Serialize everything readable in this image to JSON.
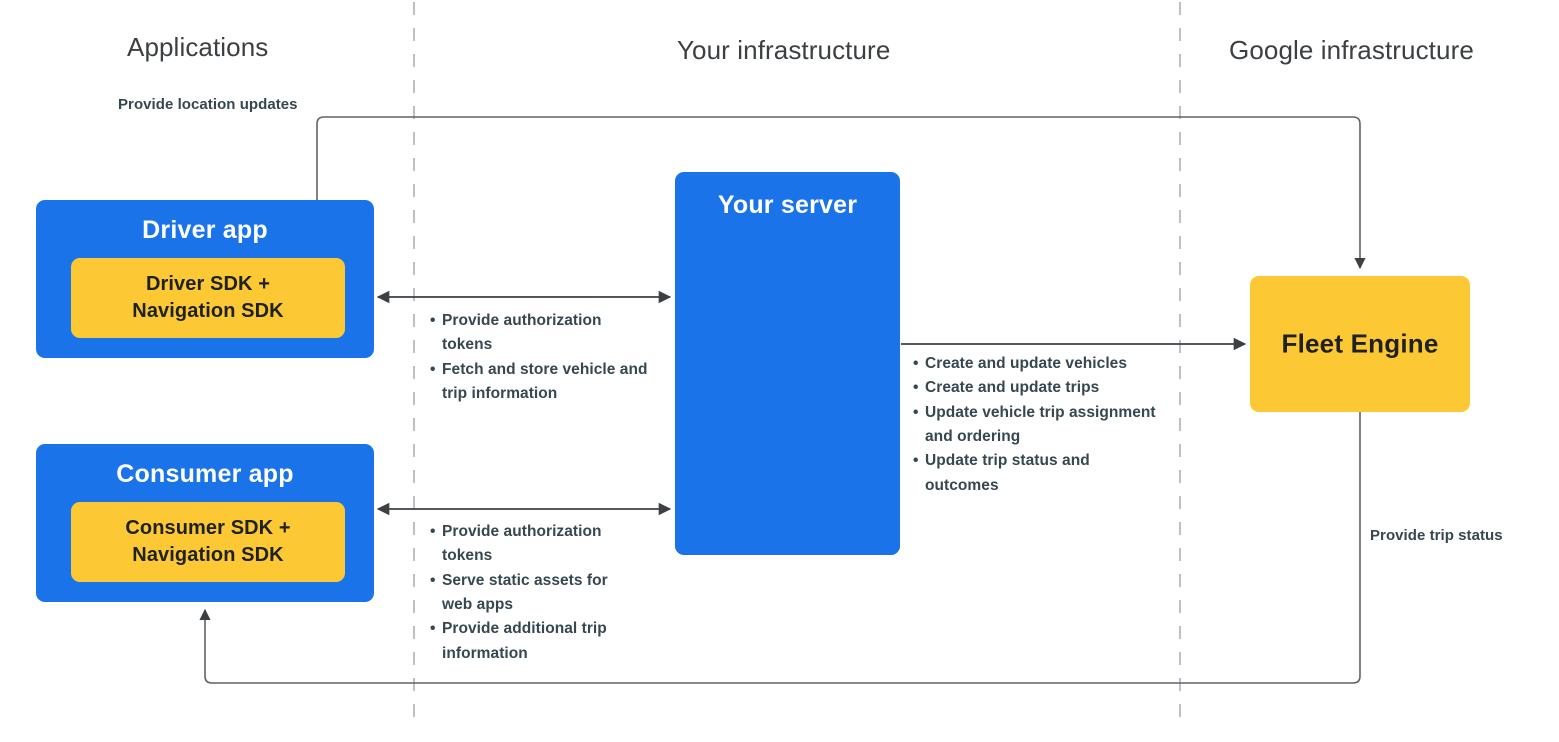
{
  "zones": [
    {
      "id": "applications",
      "label": "Applications"
    },
    {
      "id": "your-infrastructure",
      "label": "Your infrastructure"
    },
    {
      "id": "google-infrastructure",
      "label": "Google infrastructure"
    }
  ],
  "nodes": {
    "driver_app": {
      "title": "Driver app",
      "sdk": "Driver SDK +\nNavigation SDK",
      "sdk_line1": "Driver SDK +",
      "sdk_line2": "Navigation SDK"
    },
    "consumer_app": {
      "title": "Consumer app",
      "sdk_line1": "Consumer SDK +",
      "sdk_line2": "Navigation SDK"
    },
    "your_server": {
      "title": "Your server"
    },
    "fleet_engine": {
      "title": "Fleet Engine"
    }
  },
  "edges": {
    "location_updates": {
      "label": "Provide location updates"
    },
    "trip_status": {
      "label": "Provide trip status"
    },
    "driver_server": {
      "bullets": [
        "Provide authorization tokens",
        "Fetch and store vehicle and trip information"
      ]
    },
    "consumer_server": {
      "bullets": [
        "Provide authorization tokens",
        "Serve static assets for web apps",
        "Provide additional trip information"
      ]
    },
    "server_fleet": {
      "bullets": [
        "Create and update vehicles",
        "Create and update trips",
        "Update vehicle trip assignment and ordering",
        "Update trip status and outcomes"
      ]
    }
  },
  "colors": {
    "blue": "#1a73e8",
    "yellow": "#fcc934",
    "line": "#3c4043",
    "divider": "#bdc1c6",
    "header_text": "#3c4043",
    "body_text": "#37474f"
  }
}
